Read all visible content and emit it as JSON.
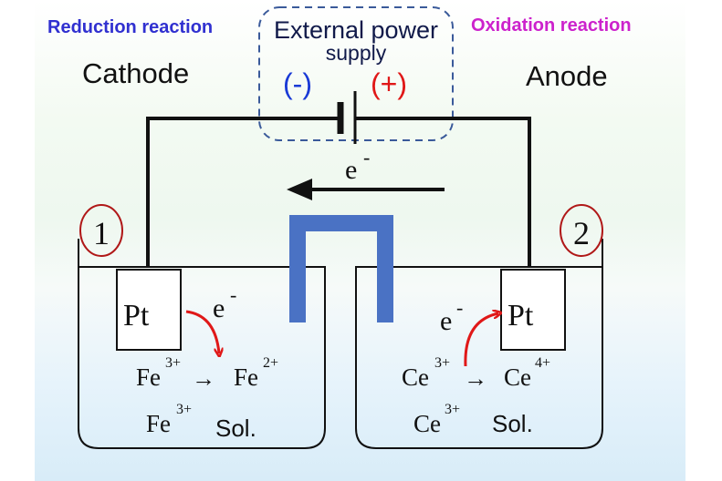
{
  "labels": {
    "reduction": "Reduction reaction",
    "oxidation": "Oxidation reaction",
    "cathode": "Cathode",
    "anode": "Anode",
    "power_line1": "External power",
    "power_line2": "supply",
    "minus": "(-)",
    "plus": "(+)",
    "electron_top": "e",
    "electron_sup": "-",
    "cell1": "1",
    "cell2": "2",
    "pt_left": "Pt",
    "pt_right": "Pt",
    "e_left": "e",
    "e_left_sup": "-",
    "e_right": "e",
    "e_right_sup": "-",
    "fe_react": "Fe",
    "fe_react_sup": "3+",
    "arrow_glyph": "→",
    "fe_prod": "Fe",
    "fe_prod_sup": "2+",
    "fe_sol": "Fe",
    "fe_sol_sup": "3+",
    "sol_left": "Sol.",
    "ce_react": "Ce",
    "ce_react_sup": "3+",
    "ce_prod": "Ce",
    "ce_prod_sup": "4+",
    "ce_sol": "Ce",
    "ce_sol_sup": "3+",
    "sol_right": "Sol."
  },
  "colors": {
    "reduction": "#3030d0",
    "oxidation": "#cc22cc",
    "minus": "#1a3ad6",
    "plus": "#e01818",
    "salt_bridge": "#4a72c4",
    "circle": "#b01818",
    "electron_arrow": "#e01818",
    "power_box": "#3a5a9a"
  }
}
